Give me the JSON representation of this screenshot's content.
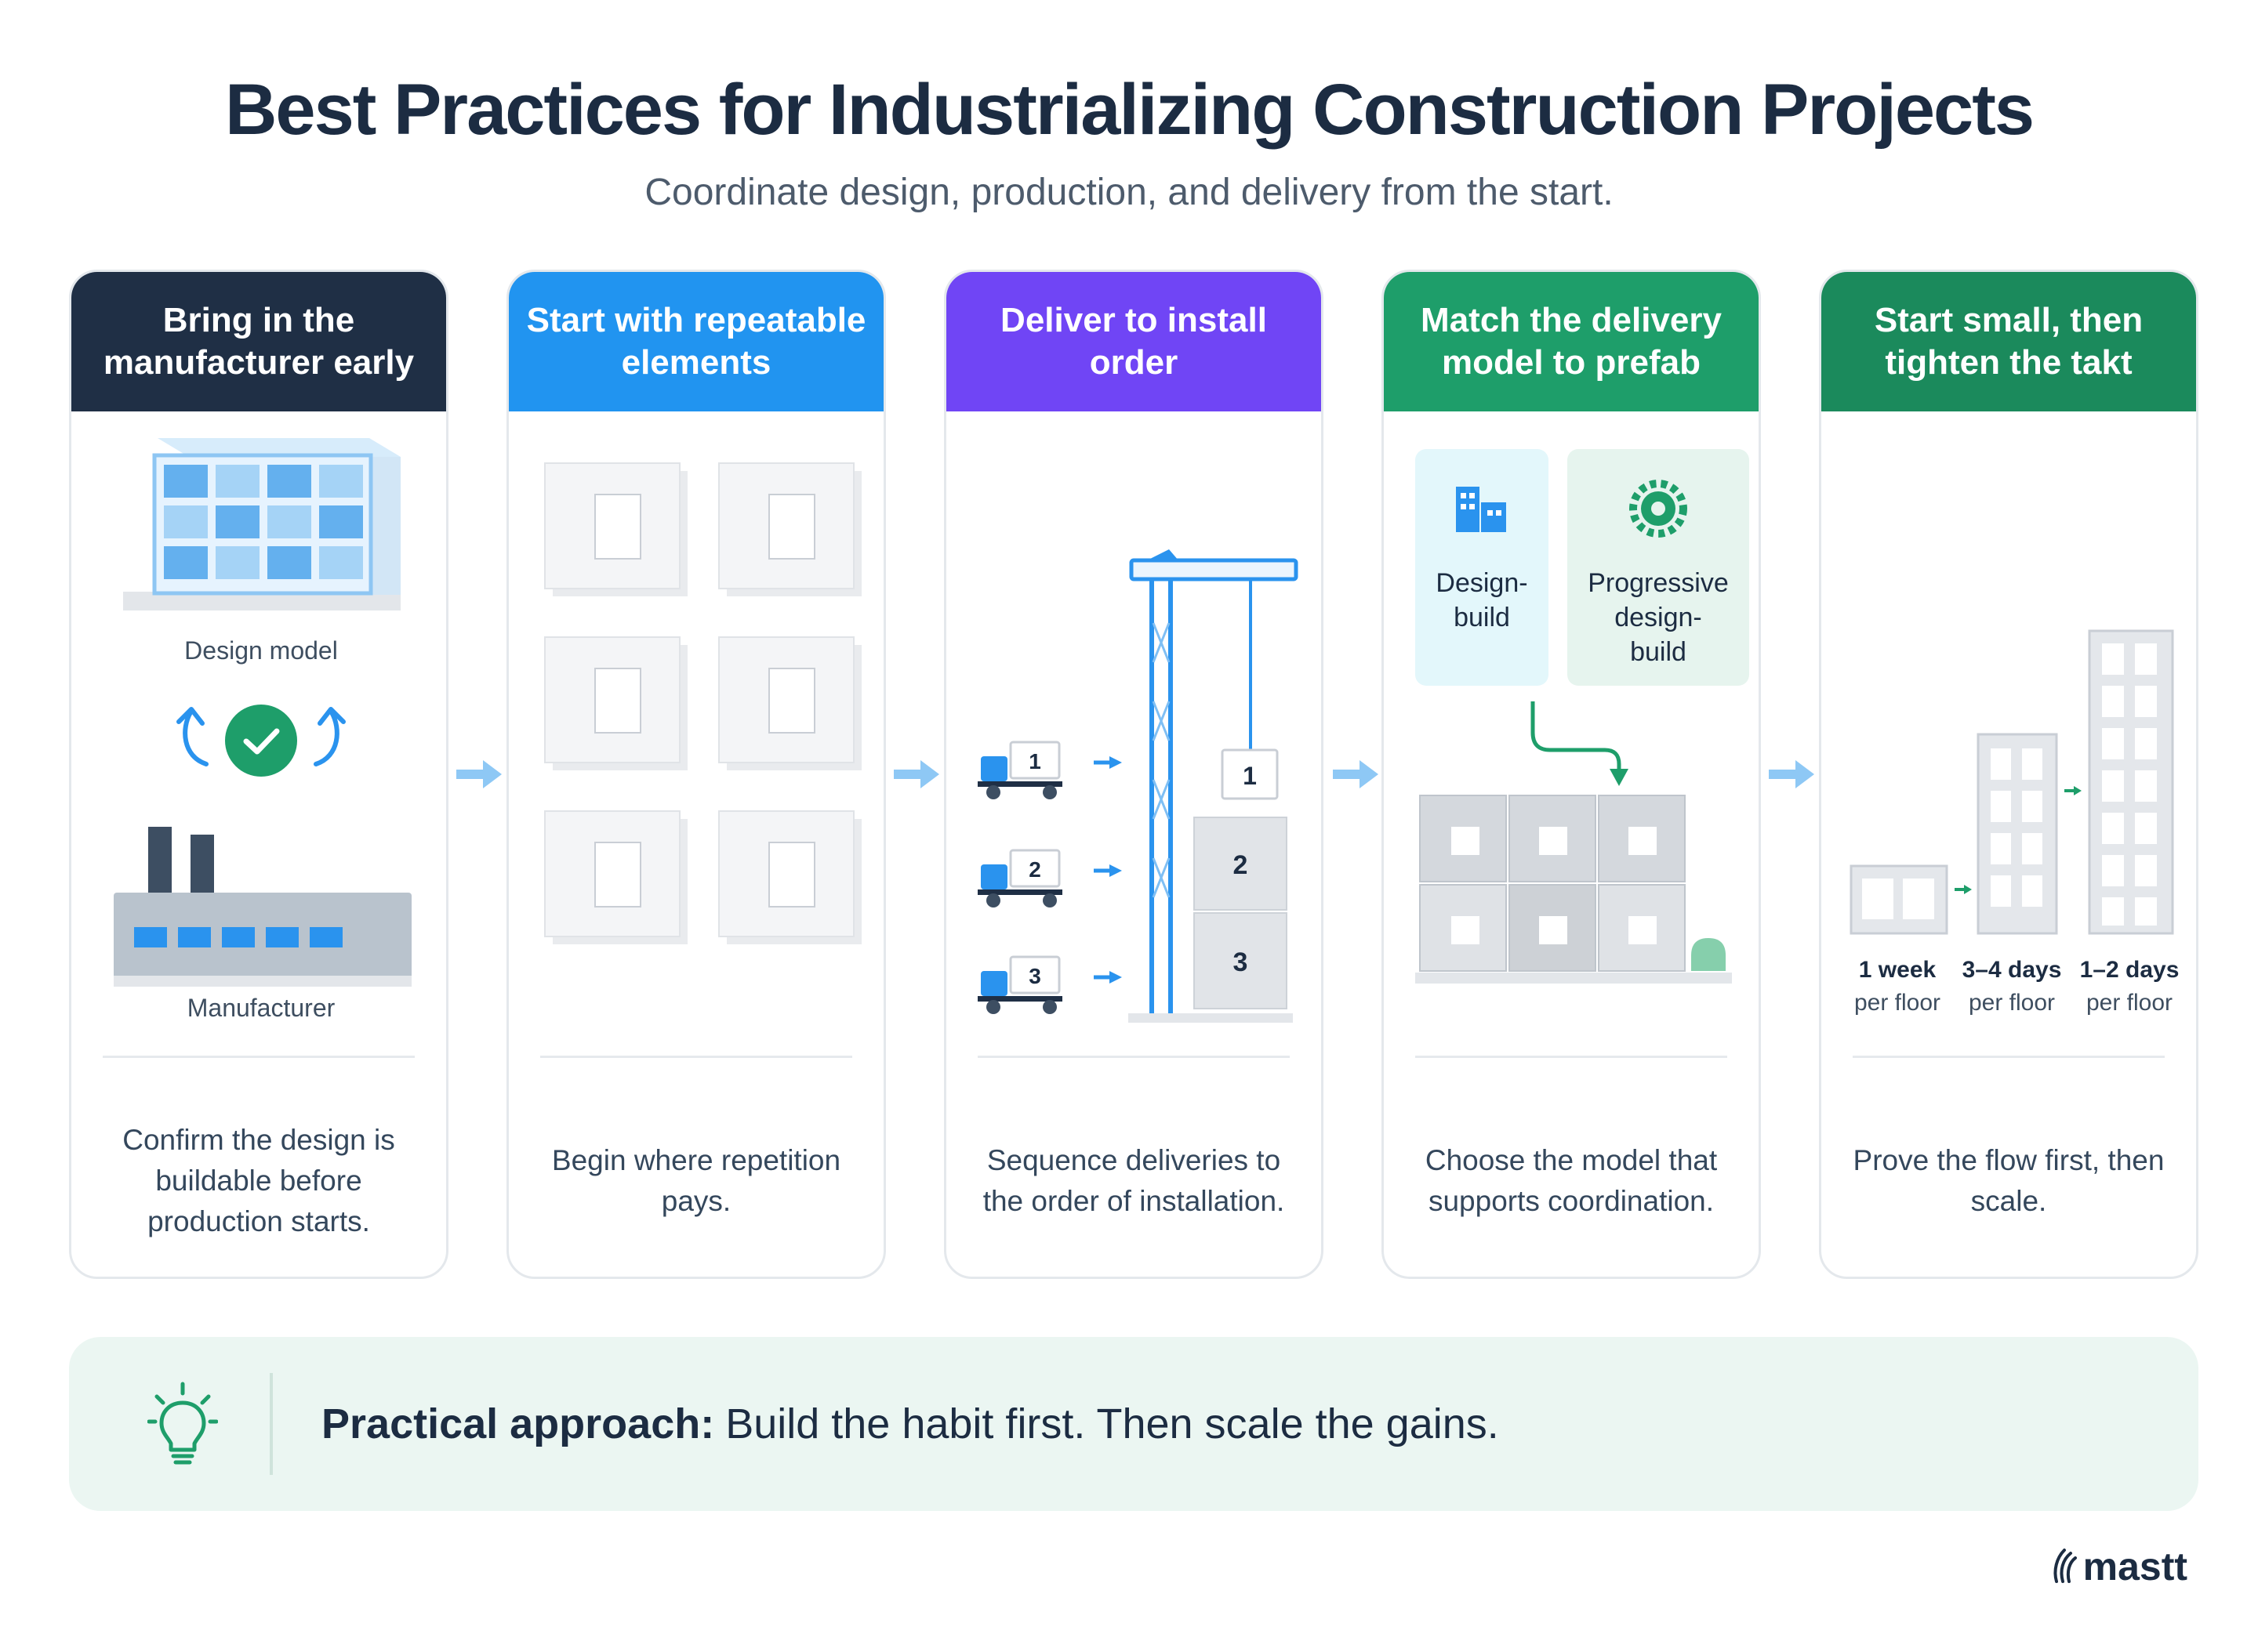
{
  "header": {
    "title": "Best Practices for Industrializing Construction Projects",
    "subtitle": "Coordinate design, production, and delivery from the start."
  },
  "cards": [
    {
      "title": "Bring in the manufacturer early",
      "color": "#1f2f45",
      "labels": [
        "Design model",
        "Manufacturer"
      ],
      "description": "Confirm the design is buildable before production starts."
    },
    {
      "title": "Start with repeatable elements",
      "color": "#2194f0",
      "description": "Begin where repetition pays."
    },
    {
      "title": "Deliver to install order",
      "color": "#7045f5",
      "trucks": [
        "1",
        "2",
        "3"
      ],
      "stack": [
        "1",
        "2",
        "3"
      ],
      "description": "Sequence deliveries to the order of installation."
    },
    {
      "title": "Match the delivery model to prefab",
      "color": "#1e9e6a",
      "models": [
        "Design-build",
        "Progressive design-build"
      ],
      "description": "Choose the model that supports coordination."
    },
    {
      "title": "Start small, then tighten the takt",
      "color": "#1b8a5c",
      "takt": [
        {
          "bold": "1 week",
          "sub": "per floor"
        },
        {
          "bold": "3–4 days",
          "sub": "per floor"
        },
        {
          "bold": "1–2 days",
          "sub": "per floor"
        }
      ],
      "description": "Prove the flow first, then scale."
    }
  ],
  "tip": {
    "label": "Practical approach:",
    "text": "Build the habit first. Then scale the gains."
  },
  "logo": {
    "text": "mastt"
  },
  "colors": {
    "arrow": "#8ec8f5",
    "check": "#1e9e6a",
    "blue": "#2a93ee"
  }
}
